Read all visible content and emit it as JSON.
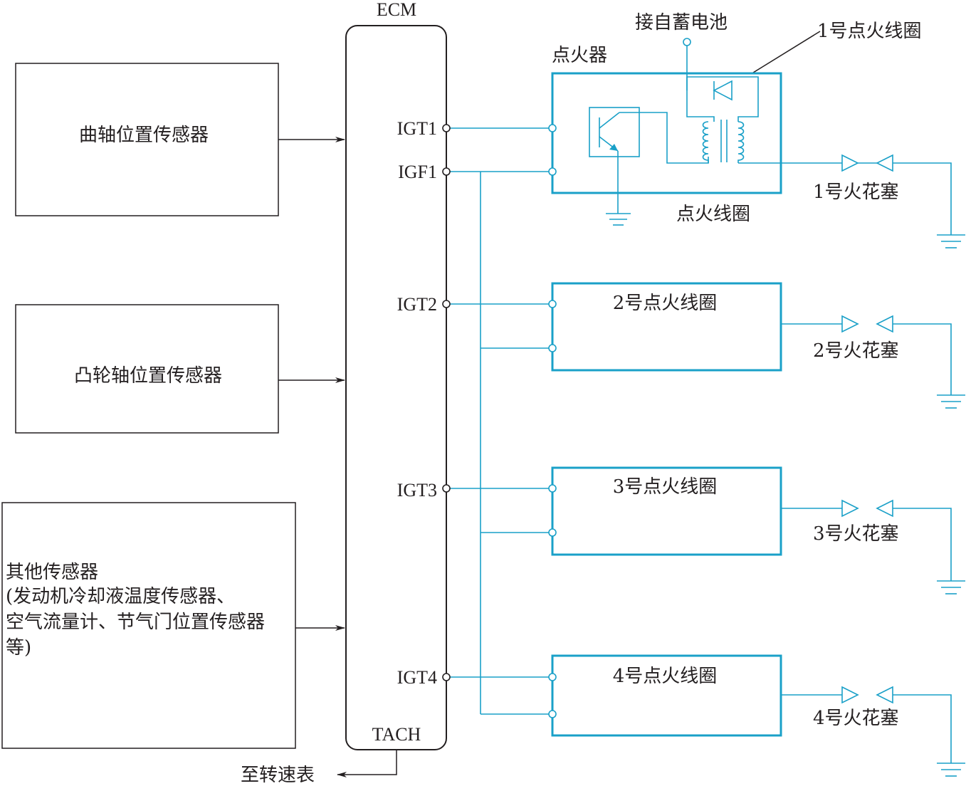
{
  "ecm": {
    "label": "ECM",
    "tach": "TACH",
    "to_tachometer": "至转速表"
  },
  "sensors": {
    "crank": "曲轴位置传感器",
    "cam": "凸轮轴位置传感器",
    "other_lines": [
      "其他传感器",
      "(发动机冷却液温度传感器、",
      "空气流量计、节气门位置传感器",
      "等)"
    ]
  },
  "pins": {
    "igt1": "IGT1",
    "igf1": "IGF1",
    "igt2": "IGT2",
    "igt3": "IGT3",
    "igt4": "IGT4"
  },
  "coil1": {
    "battery": "接自蓄电池",
    "coil_no1": "1号点火线圈",
    "igniter": "点火器",
    "ignition_coil": "点火线圈"
  },
  "coils": {
    "coil2": "2号点火线圈",
    "coil3": "3号点火线圈",
    "coil4": "4号点火线圈"
  },
  "plugs": {
    "plug1": "1号火花塞",
    "plug2": "2号火花塞",
    "plug3": "3号火花塞",
    "plug4": "4号火花塞"
  },
  "colors": {
    "circuit": "#1aa0c8",
    "line": "#231f20"
  }
}
